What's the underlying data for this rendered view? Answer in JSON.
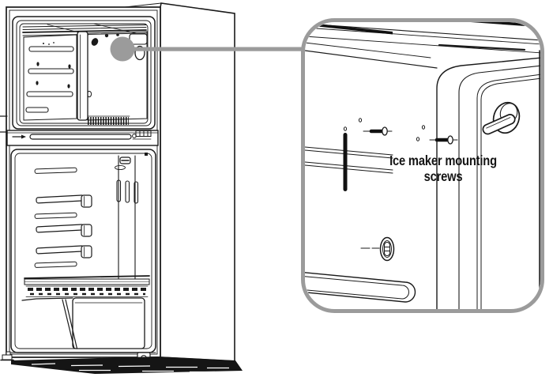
{
  "diagram": {
    "kind": "appliance manual installation illustration",
    "subject": "Top-freezer refrigerator shown open, with magnified callout of the freezer upper corner where the ice maker mounts",
    "callout": {
      "label": "Ice maker mounting screws",
      "label_lines": [
        "Ice maker mounting",
        "screws"
      ]
    },
    "colors": {
      "line": "#1a1a1a",
      "callout_accent": "#9b9b9b",
      "shadow": "#151515",
      "background": "#ffffff"
    }
  }
}
